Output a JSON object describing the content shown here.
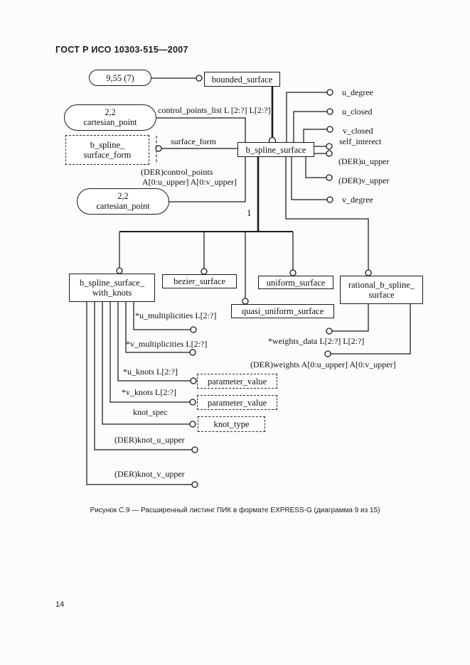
{
  "page": {
    "header": "ГОСТ Р ИСО 10303-515—2007",
    "caption": "Рисунок С.9 — Расширенный листинг ПИК в формате EXPRESS-G (диаграмма 9 из 15)",
    "page_number": "14"
  },
  "colors": {
    "ink": "#1a1a1a",
    "paper": "#fcfcfc"
  },
  "diagram": {
    "refs": {
      "page_ref": "9,55 (7)",
      "cartesian_count": "2,2",
      "cartesian_name": "cartesian_point"
    },
    "entities": {
      "bounded_surface": "bounded_surface",
      "b_spline_surface": "b_spline_surface",
      "with_knots_l1": "b_spline_surface_",
      "with_knots_l2": "with_knots",
      "bezier_surface": "bezier_surface",
      "uniform_surface": "uniform_surface",
      "quasi_uniform_surface": "quasi_uniform_surface",
      "rational_l1": "rational_b_spline_",
      "rational_l2": "surface"
    },
    "types": {
      "surface_form_l1": "b_spline_",
      "surface_form_l2": "surface_form",
      "parameter_value": "parameter_value",
      "knot_type": "knot_type"
    },
    "attributes": {
      "control_points_list": "control_points_list L [2:?] L[2:?]",
      "surface_form": "surface_form",
      "der_control_points_l1": "(DER)control_points",
      "der_control_points_l2": "A[0:u_upper] A[0:v_upper]",
      "u_degree": "u_degree",
      "u_closed": "u_closed",
      "v_closed": "v_closed",
      "self_interect": "self_interect",
      "der_u_upper": "(DER)u_upper",
      "der_v_upper": "(DER)v_upper",
      "v_degree": "v_degree",
      "subtype_marker": "1",
      "u_multiplicities": "*u_multiplicities L[2:?]",
      "v_multiplicities": "*v_multiplicities L[2:?]",
      "u_knots": "*u_knots L[2:?]",
      "v_knots": "*v_knots L[2:?]",
      "knot_spec": "knot_spec",
      "der_knot_u_upper": "(DER)knot_u_upper",
      "der_knot_v_upper": "(DER)knot_v_upper",
      "weights_data": "*weights_data L[2:?] L[2:?]",
      "der_weights": "(DER)weights A[0:u_upper] A[0:v_upper]"
    }
  }
}
